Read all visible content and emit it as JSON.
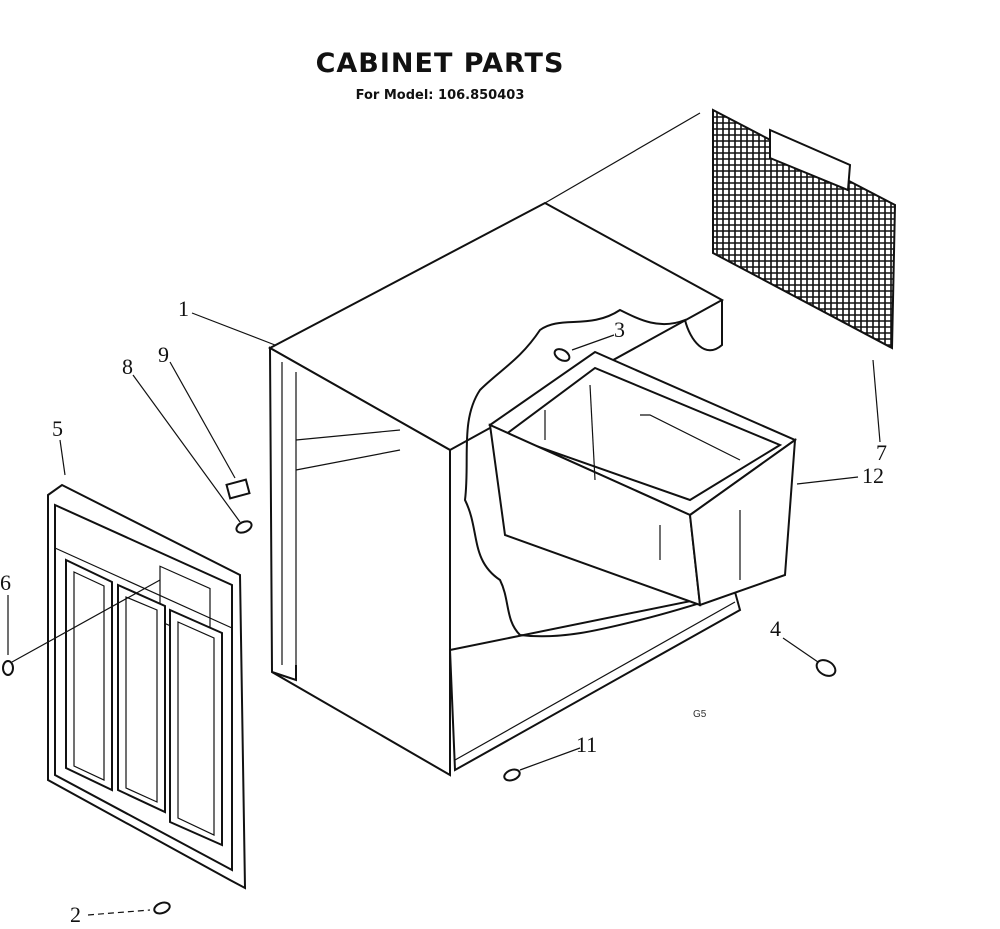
{
  "title": "CABINET PARTS",
  "subtitle": "For Model: 106.850403",
  "callouts": [
    {
      "id": "1",
      "label": "1"
    },
    {
      "id": "2",
      "label": "2"
    },
    {
      "id": "3",
      "label": "3"
    },
    {
      "id": "4",
      "label": "4"
    },
    {
      "id": "5",
      "label": "5"
    },
    {
      "id": "6",
      "label": "6"
    },
    {
      "id": "7",
      "label": "7"
    },
    {
      "id": "8",
      "label": "8"
    },
    {
      "id": "9",
      "label": "9"
    },
    {
      "id": "11",
      "label": "11"
    },
    {
      "id": "12",
      "label": "12"
    }
  ],
  "marks": {
    "code": "G5"
  }
}
